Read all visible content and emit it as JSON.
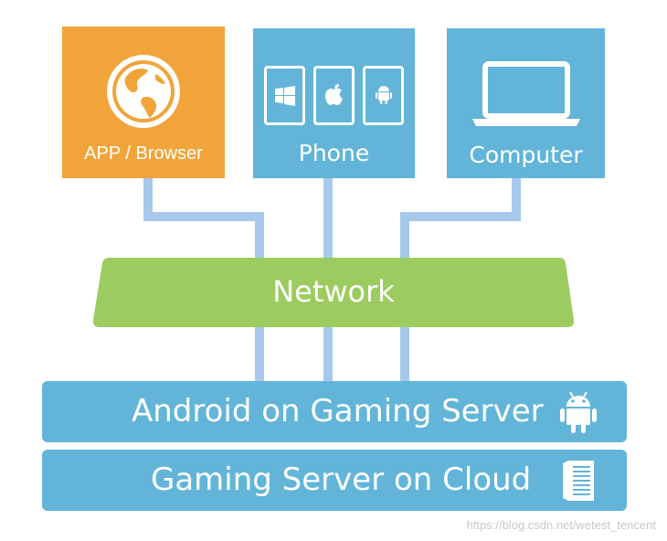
{
  "colors": {
    "app_box": "#f0a43a",
    "device_box": "#62b5d8",
    "network": "#9ccc5f",
    "connector": "#a6c8ea",
    "server_bar": "#62b5d8",
    "text": "#ffffff"
  },
  "devices": {
    "app": {
      "label": "APP / Browser",
      "icon": "globe-icon"
    },
    "phone": {
      "label": "Phone",
      "icons": [
        "windows-icon",
        "apple-icon",
        "android-icon"
      ]
    },
    "computer": {
      "label": "Computer",
      "icon": "laptop-icon"
    }
  },
  "network": {
    "label": "Network"
  },
  "layers": [
    {
      "label": "Android on Gaming Server",
      "icon": "android-icon"
    },
    {
      "label": "Gaming Server on Cloud",
      "icon": "server-icon"
    }
  ],
  "watermark": "https://blog.csdn.net/wetest_tencent"
}
